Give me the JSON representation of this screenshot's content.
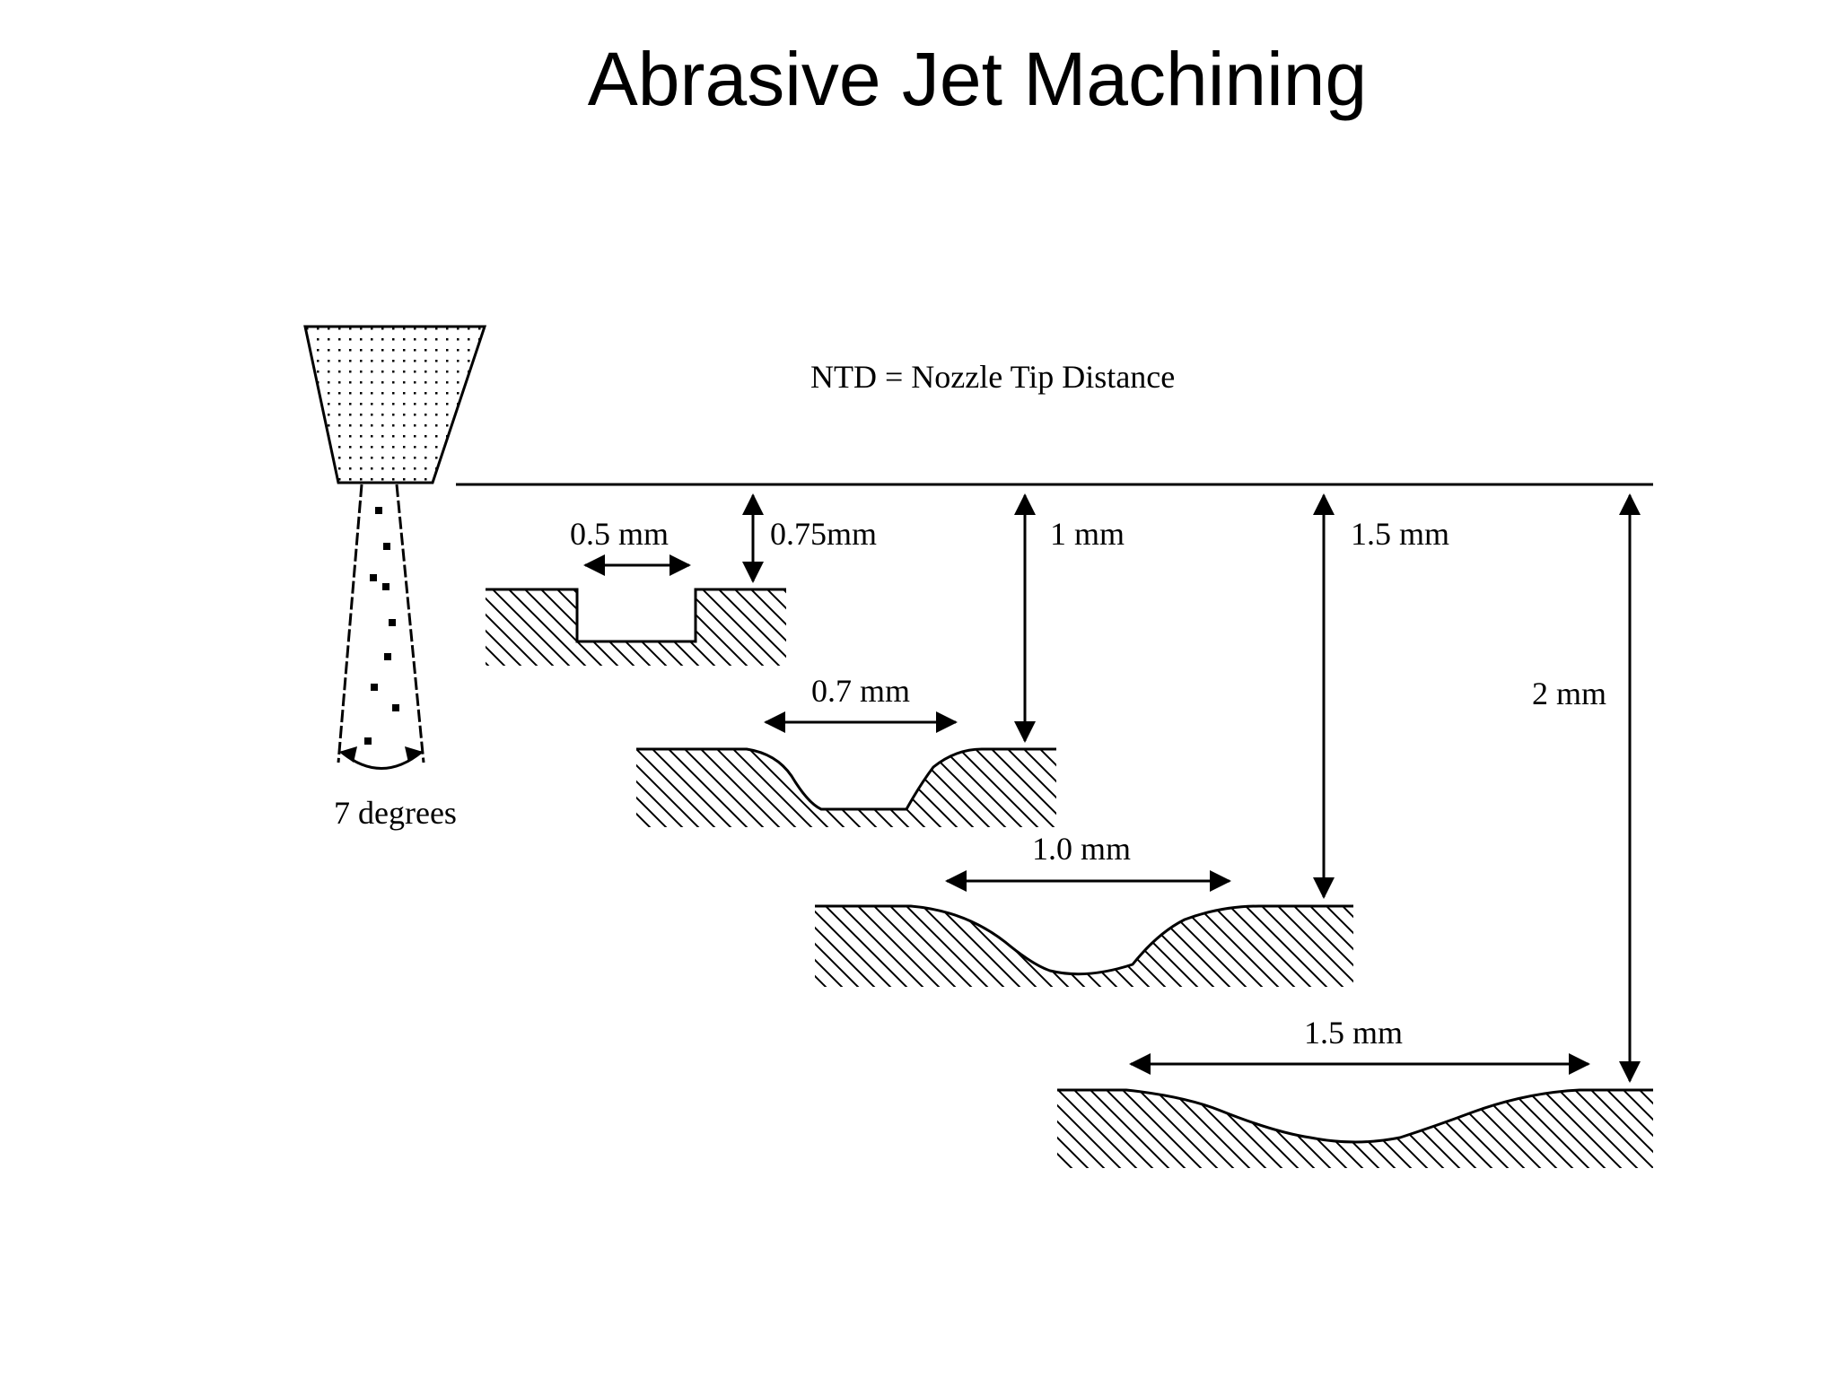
{
  "title": "Abrasive Jet Machining",
  "ntd_caption": "NTD = Nozzle Tip Distance",
  "nozzle": {
    "angle_label": "7 degrees"
  },
  "stages": [
    {
      "ntd_label": "0.75mm",
      "width_label": "0.5 mm"
    },
    {
      "ntd_label": "1 mm",
      "width_label": "0.7 mm"
    },
    {
      "ntd_label": "1.5 mm",
      "width_label": "1.0 mm"
    },
    {
      "ntd_label": "2 mm",
      "width_label": "1.5 mm"
    }
  ],
  "colors": {
    "ink": "#000000",
    "background": "#ffffff"
  }
}
